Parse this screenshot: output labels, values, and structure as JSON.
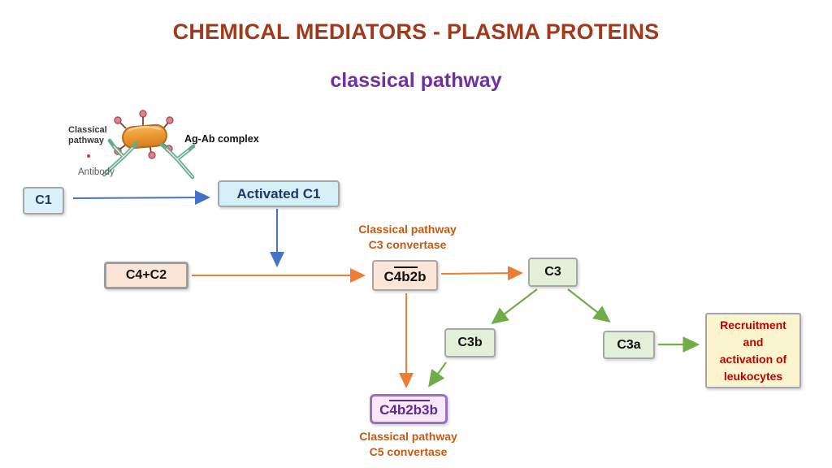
{
  "slide": {
    "title": "CHEMICAL MEDIATORS - PLASMA PROTEINS",
    "subtitle": "classical pathway"
  },
  "illustration": {
    "classical_pathway_lines": [
      "Classical",
      "pathway"
    ],
    "antibody_label": "Antibody",
    "ag_ab_complex_label": "Ag-Ab complex"
  },
  "nodes": {
    "c1": {
      "label": "C1"
    },
    "activated_c1": {
      "label": "Activated C1"
    },
    "c4c2": {
      "label": "C4+C2"
    },
    "c4b2b": {
      "prefix": "C",
      "overline": "4b2",
      "suffix": "b"
    },
    "c3": {
      "label": "C3"
    },
    "c3b": {
      "label": "C3b"
    },
    "c3a": {
      "label": "C3a"
    },
    "c4b2b3b": {
      "prefix": "C",
      "overline": "4b2b3",
      "suffix": "b"
    },
    "recruitment": {
      "lines": [
        "Recruitment",
        "and",
        "activation of",
        "leukocytes"
      ]
    }
  },
  "labels": {
    "c3_convertase": {
      "line1": "Classical pathway",
      "line2": "C3 convertase"
    },
    "c5_convertase": {
      "line1": "Classical pathway",
      "line2": "C5 convertase"
    }
  },
  "colors": {
    "title_brown": "#a13a1b",
    "subtitle_purple": "#7030a0",
    "convertase_orange": "#c55a11",
    "recruitment_red": "#c00000",
    "arrow_blue": "#4472c4",
    "arrow_orange": "#ed7d31",
    "arrow_green": "#70ad47",
    "node_blue_fill": "#d5eff7",
    "node_peach_fill": "#fbe5d6",
    "node_green_fill": "#e2f0da",
    "node_yellow_fill": "#fbf5cf",
    "node_pink_fill": "#fae7fa",
    "node_navy_text": "#1f3864",
    "node_purple_text": "#5b2d90",
    "border_gray": "#a6a6a6",
    "border_purple": "#9c6fbf"
  }
}
